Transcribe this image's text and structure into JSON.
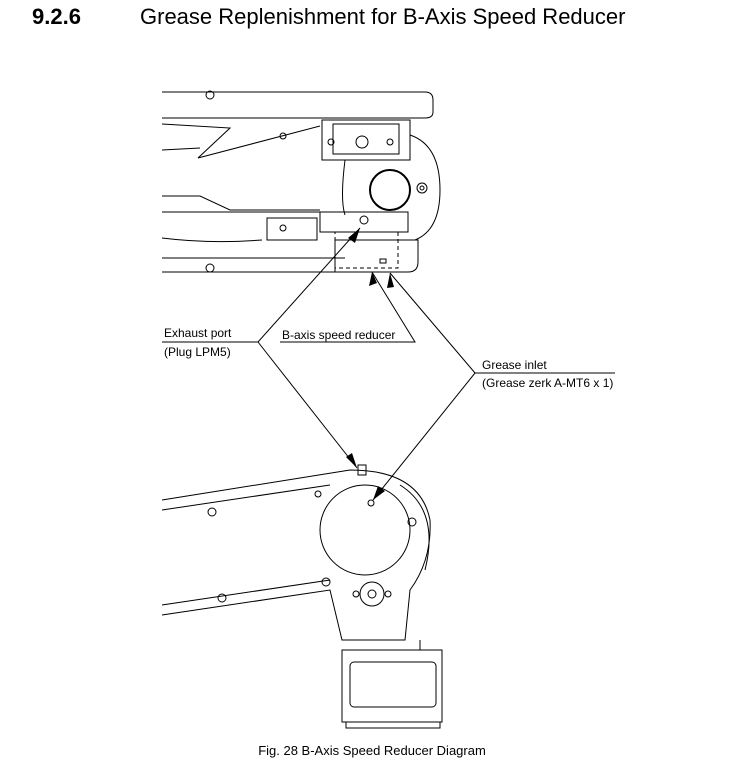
{
  "section": {
    "number": "9.2.6",
    "title": "Grease Replenishment for B-Axis Speed Reducer"
  },
  "figure": {
    "labels": {
      "exhaust_port": "Exhaust port",
      "exhaust_plug": "(Plug LPM5)",
      "b_axis_reducer": "B-axis speed reducer",
      "grease_inlet": "Grease inlet",
      "grease_zerk": "(Grease zerk A-MT6 x 1)"
    },
    "caption": "Fig. 28  B-Axis Speed Reducer Diagram"
  }
}
